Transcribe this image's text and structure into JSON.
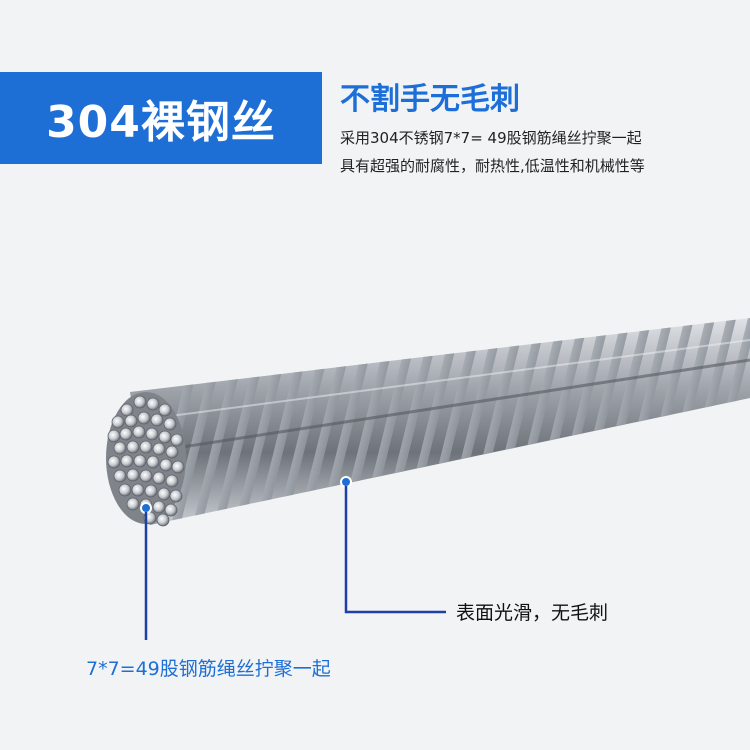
{
  "banner": {
    "title": "304裸钢丝"
  },
  "headline": "不割手无毛刺",
  "description": [
    "采用304不锈钢7*7= 49股钢筋绳丝拧聚一起",
    "具有超强的耐腐性，耐热性,低温性和机械性等"
  ],
  "callouts": {
    "surface": "表面光滑，无毛刺",
    "strands": "7*7=49股钢筋绳丝拧聚一起"
  },
  "colors": {
    "accent": "#1d6fd6",
    "background": "#f2f3f5"
  }
}
